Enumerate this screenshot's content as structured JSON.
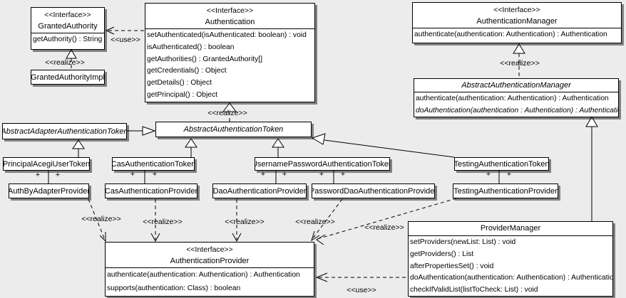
{
  "diagram": {
    "edge_labels": {
      "use": "<<use>>",
      "realize": "<<realize>>",
      "plus": "+"
    },
    "classes": {
      "granted_authority": {
        "stereotype": "<<Interface>>",
        "name": "GrantedAuthority",
        "methods": [
          "getAuthority() : String"
        ]
      },
      "granted_authority_impl": {
        "name": "GrantedAuthorityImpl"
      },
      "authentication": {
        "stereotype": "<<Interface>>",
        "name": "Authentication",
        "methods": [
          "setAuthenticated(isAuthenticated: boolean) : void",
          "isAuthenticated() : boolean",
          "getAuthorities() : GrantedAuthority[]",
          "getCredentials() : Object",
          "getDetails() : Object",
          "getPrincipal() : Object"
        ]
      },
      "authentication_manager": {
        "stereotype": "<<Interface>>",
        "name": "AuthenticationManager",
        "methods": [
          "authenticate(authentication: Authentication) : Authentication"
        ]
      },
      "abstract_authentication_manager": {
        "name": "AbstractAuthenticationManager",
        "methods": [
          "authenticate(authentication: Authentication) : Authentication",
          "doAuthentication(authentication : Authentication) : Authentication"
        ]
      },
      "abstract_adapter_authentication_token": {
        "name": "AbstractAdapterAuthenticationToken"
      },
      "abstract_authentication_token": {
        "name": "AbstractAuthenticationToken"
      },
      "principal_acegi_user_token": {
        "name": "PrincipalAcegiUserToken"
      },
      "cas_authentication_token": {
        "name": "CasAuthenticationToken"
      },
      "username_password_authentication_token": {
        "name": "UsernamePasswordAuthenticationToken"
      },
      "testing_authentication_token": {
        "name": "TestingAuthenticationToken"
      },
      "auth_by_adapter_provider": {
        "name": "AuthByAdapterProvider"
      },
      "cas_authentication_provider": {
        "name": "CasAuthenticationProvider"
      },
      "dao_authentication_provider": {
        "name": "DaoAuthenticationProvider"
      },
      "password_dao_authentication_provider": {
        "name": "PasswordDaoAuthenticationProvider"
      },
      "testing_authentication_provider": {
        "name": "TestingAuthenticationProvider"
      },
      "authentication_provider": {
        "stereotype": "<<Interface>>",
        "name": "AuthenticationProvider",
        "methods": [
          "authenticate(authentication: Authentication) : Authentication",
          "supports(authentication: Class) : boolean"
        ]
      },
      "provider_manager": {
        "name": "ProviderManager",
        "methods": [
          "setProviders(newList: List) : void",
          "getProviders() : List",
          "afterPropertiesSet() : void",
          "doAuthentication(authentication: Authentication) : Authentication",
          "checkIfValidList(listToCheck: List) : void"
        ]
      }
    }
  }
}
